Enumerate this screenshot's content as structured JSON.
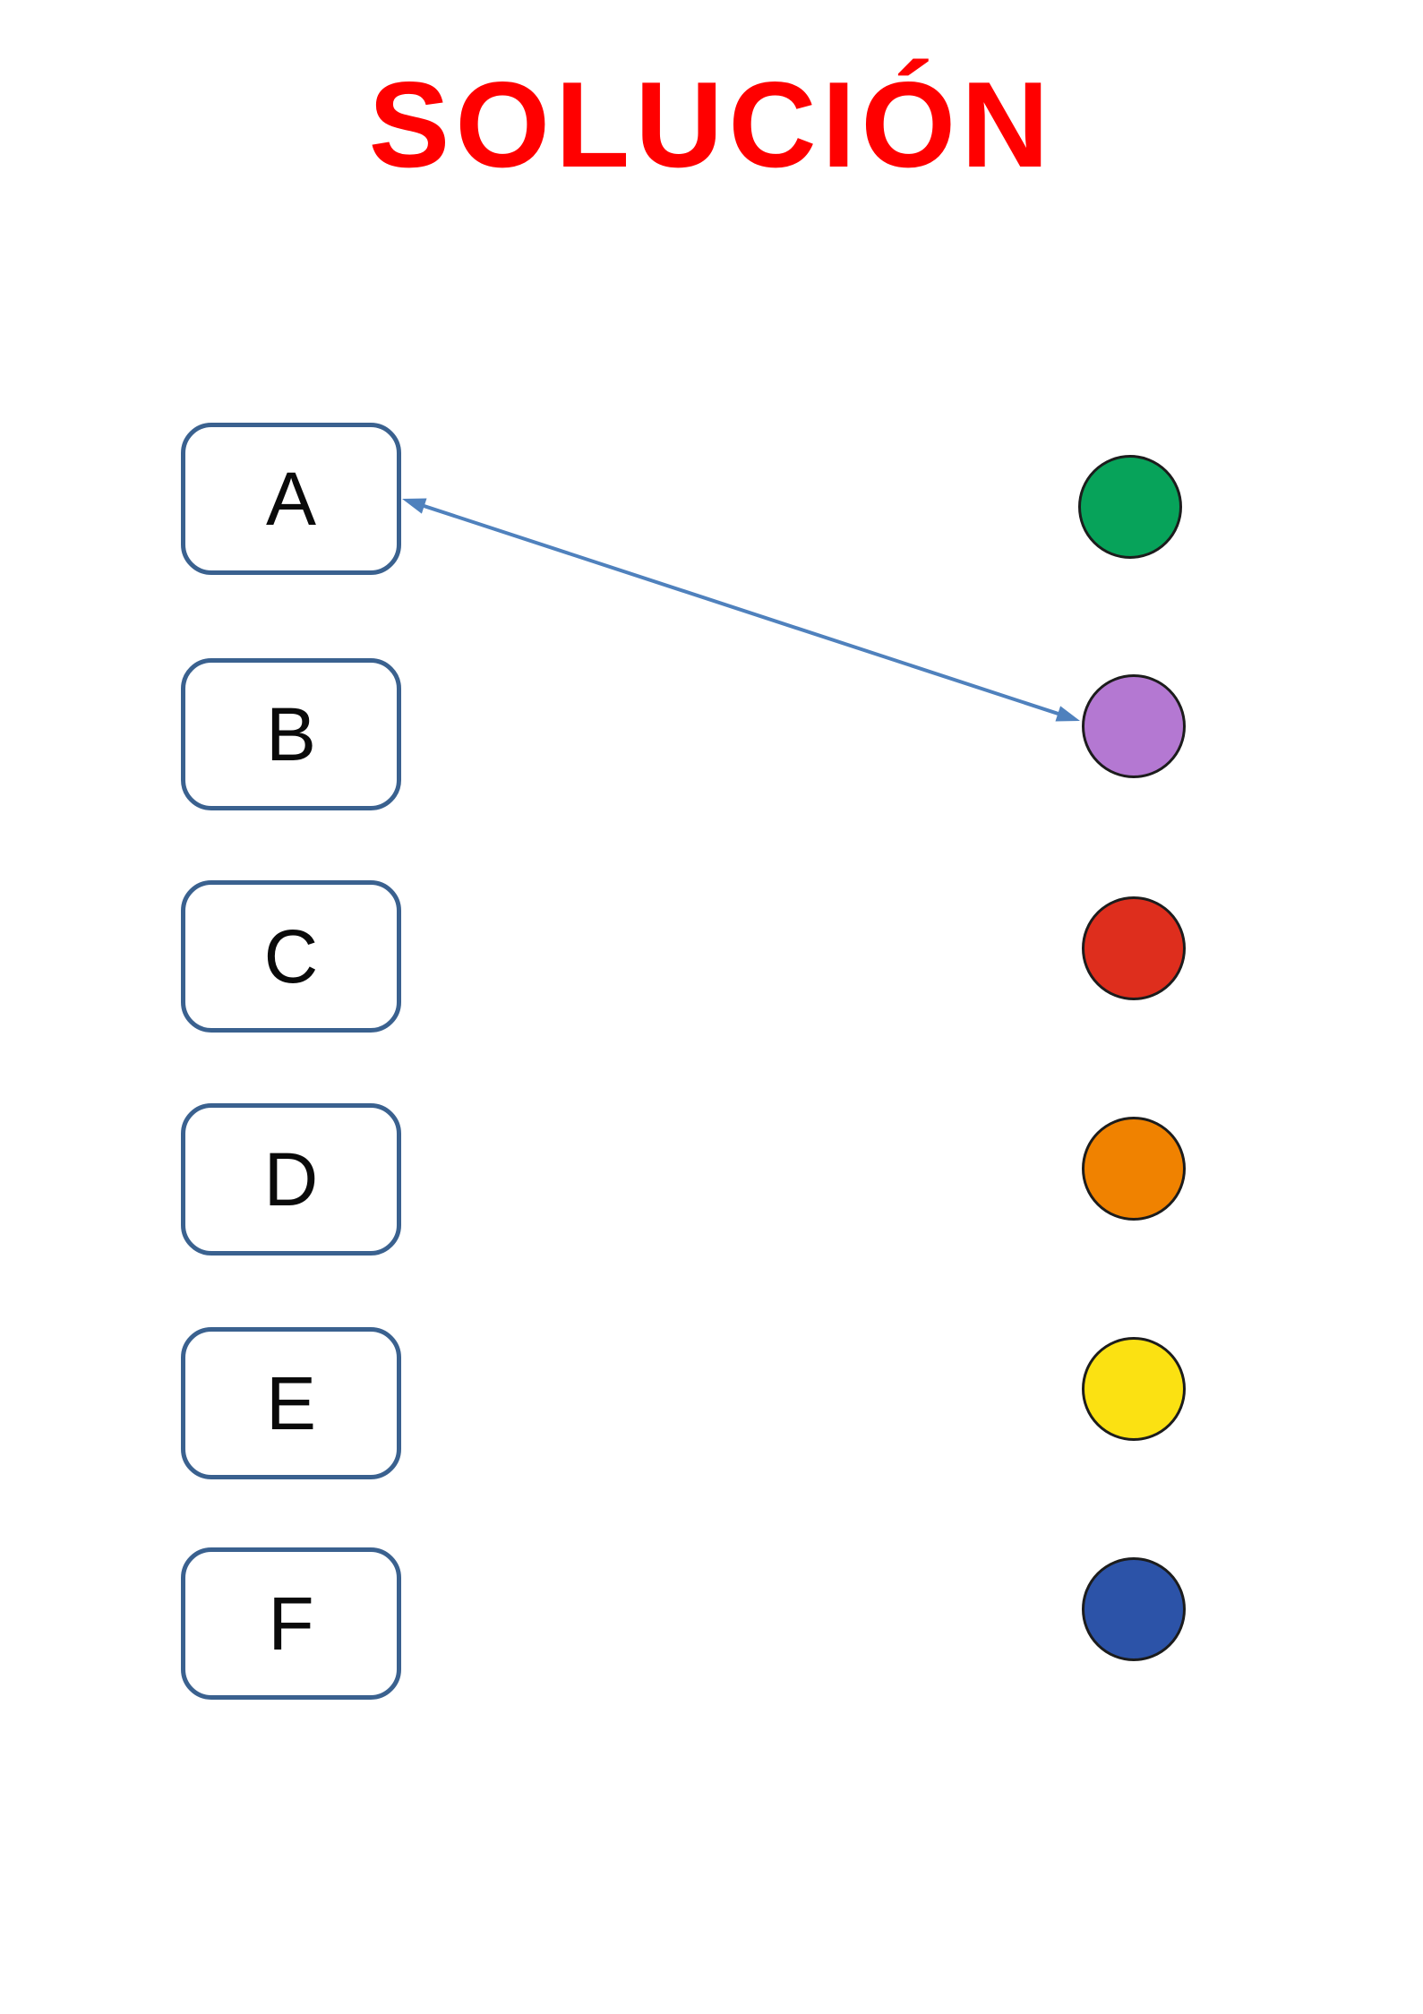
{
  "page": {
    "title": "SOLUCIÓN",
    "title_color": "#ff0000",
    "background": "#ffffff"
  },
  "boxes": [
    {
      "label": "A"
    },
    {
      "label": "B"
    },
    {
      "label": "C"
    },
    {
      "label": "D"
    },
    {
      "label": "E"
    },
    {
      "label": "F"
    }
  ],
  "circles": [
    {
      "name": "green",
      "color": "#07a35a"
    },
    {
      "name": "purple",
      "color": "#b478d2"
    },
    {
      "name": "red",
      "color": "#de2e1d"
    },
    {
      "name": "orange",
      "color": "#f08200"
    },
    {
      "name": "yellow",
      "color": "#fbe112"
    },
    {
      "name": "blue",
      "color": "#2c53a8"
    }
  ],
  "connections": [
    {
      "from": "a",
      "to": "purple",
      "style": "double-arrow"
    }
  ],
  "colors": {
    "box_border": "#3a618f",
    "circle_outline": "#1c1c1c",
    "arrow": "#4f81bd"
  }
}
